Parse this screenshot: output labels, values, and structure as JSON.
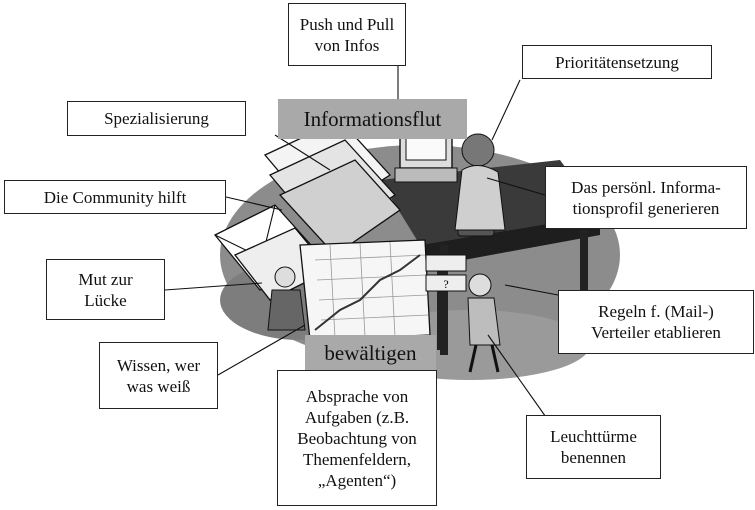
{
  "banner_top": "Informationsflut",
  "banner_bottom": "bewältigen",
  "boxes": {
    "push_pull": "Push und Pull\nvon Infos",
    "prioritaeten": "Prioritätensetzung",
    "spezialisierung": "Spezialisierung",
    "community": "Die Community hilft",
    "profil": "Das persönl. Informa-\ntionsprofil generieren",
    "mut": "Mut zur\nLücke",
    "regeln": "Regeln f. (Mail-)\nVerteiler etablieren",
    "wissen": "Wissen, wer\nwas weiß",
    "absprache": "Absprache von\nAufgaben (z.B.\nBeobachtung von\nThemenfeldern,\n„Agenten“)",
    "leuchttuerme": "Leuchttürme\nbenennen"
  },
  "illustration_labels": [
    "?"
  ]
}
